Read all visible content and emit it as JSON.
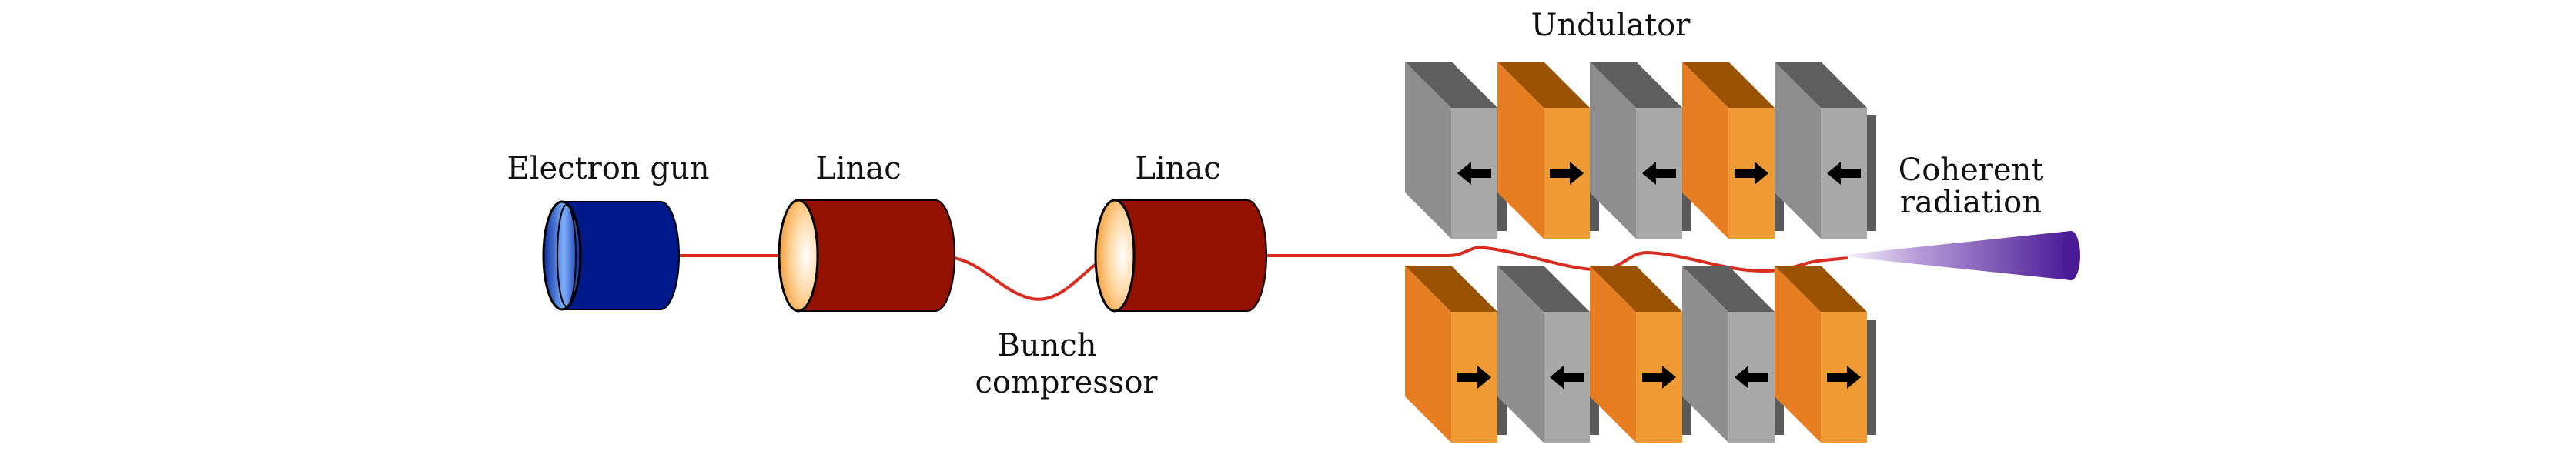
{
  "labels": {
    "electron_gun": "Electron gun",
    "linac_1": "Linac",
    "linac_2": "Linac",
    "bunch_compressor_line1": "Bunch",
    "bunch_compressor_line2": "compressor",
    "undulator": "Undulator",
    "coherent_radiation_line1": "Coherent",
    "coherent_radiation_line2": "radiation"
  },
  "colors": {
    "electron_gun": "#001a8c",
    "linac": "#931100",
    "beam": "#d92b1e",
    "magnet_orange": "#f09a36",
    "magnet_gray": "#a8a8a8",
    "radiation": "#4b1a95"
  },
  "undulator": {
    "top_row": [
      {
        "color": "gray",
        "arrow": "left"
      },
      {
        "color": "orange",
        "arrow": "right"
      },
      {
        "color": "gray",
        "arrow": "left"
      },
      {
        "color": "orange",
        "arrow": "right"
      },
      {
        "color": "gray",
        "arrow": "left"
      }
    ],
    "bottom_row": [
      {
        "color": "orange",
        "arrow": "right"
      },
      {
        "color": "gray",
        "arrow": "left"
      },
      {
        "color": "orange",
        "arrow": "right"
      },
      {
        "color": "gray",
        "arrow": "left"
      },
      {
        "color": "orange",
        "arrow": "right"
      }
    ]
  }
}
